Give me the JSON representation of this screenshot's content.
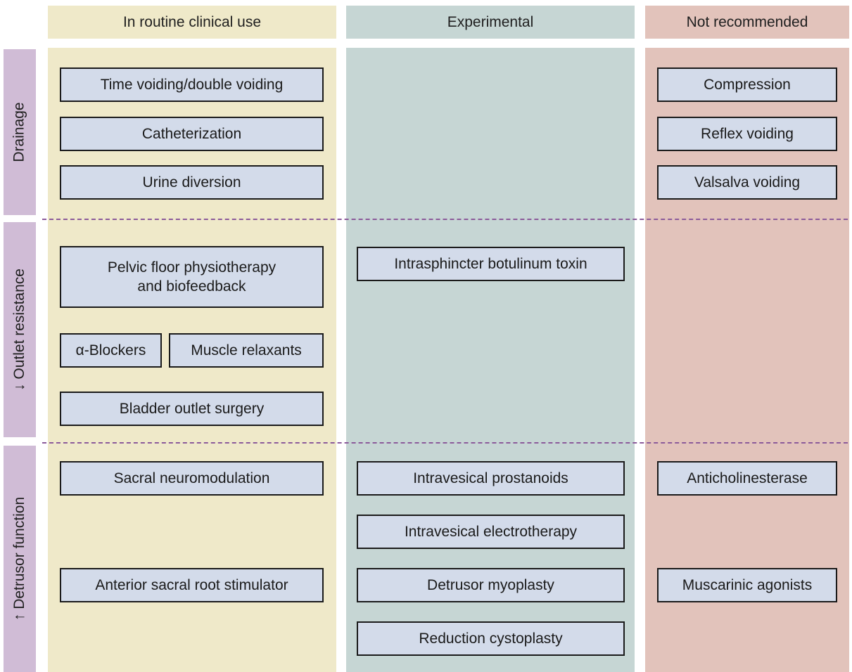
{
  "columns": {
    "routine": "In routine clinical use",
    "experimental": "Experimental",
    "not_recommended": "Not recommended"
  },
  "rows": {
    "drainage": "Drainage",
    "outlet": "↓ Outlet resistance",
    "detrusor": "↑ Detrusor function"
  },
  "routine": {
    "timed_voiding": "Time voiding/double voiding",
    "catheterization": "Catheterization",
    "urine_diversion": "Urine diversion",
    "pelvic_floor": "Pelvic floor physiotherapy\nand biofeedback",
    "alpha_blockers": "α-Blockers",
    "muscle_relaxants": "Muscle relaxants",
    "bladder_outlet_surgery": "Bladder outlet surgery",
    "sacral_neuromodulation": "Sacral neuromodulation",
    "anterior_sacral_root": "Anterior sacral root stimulator"
  },
  "experimental": {
    "intrasphincter_botox": "Intrasphincter botulinum toxin",
    "intravesical_prostanoids": "Intravesical prostanoids",
    "intravesical_electrotherapy": "Intravesical electrotherapy",
    "detrusor_myoplasty": "Detrusor myoplasty",
    "reduction_cystoplasty": "Reduction cystoplasty"
  },
  "not_recommended": {
    "compression": "Compression",
    "reflex_voiding": "Reflex voiding",
    "valsalva_voiding": "Valsalva voiding",
    "anticholinesterase": "Anticholinesterase",
    "muscarinic_agonists": "Muscarinic agonists"
  },
  "colors": {
    "routine_bg": "#efe9c9",
    "experimental_bg": "#c6d6d4",
    "not_recommended_bg": "#e2c3bb",
    "row_label_bg": "#d0bcd6",
    "box_fill": "#d3dbea",
    "divider": "#8b5a9a"
  }
}
